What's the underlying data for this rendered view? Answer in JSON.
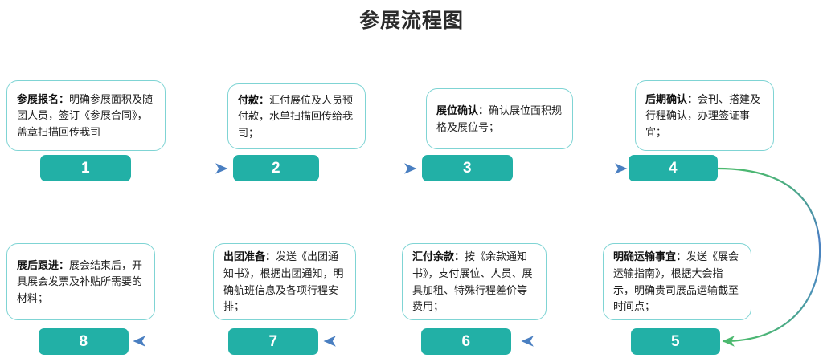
{
  "title": "参展流程图",
  "theme": {
    "badge_color": "#22b0a6",
    "card_border_color": "#7fd4d4",
    "arrow_green": "#4cb96f",
    "arrow_blue": "#4a7fc1",
    "background": "#ffffff",
    "title_color": "#2b2b2b"
  },
  "steps": [
    {
      "number": "1",
      "lead": "参展报名：",
      "body": "明确参展面积及随团人员，签订《参展合同》，盖章扫描回传我司",
      "row": "top"
    },
    {
      "number": "2",
      "lead": "付款：",
      "body": "汇付展位及人员预付款，水单扫描回传给我司；",
      "row": "top"
    },
    {
      "number": "3",
      "lead": "展位确认：",
      "body": "确认展位面积规格及展位号；",
      "row": "top"
    },
    {
      "number": "4",
      "lead": "后期确认：",
      "body": "会刊、搭建及行程确认，办理签证事宜；",
      "row": "top"
    },
    {
      "number": "5",
      "lead": "明确运输事宜：",
      "body": "发送《展会运输指南》，根据大会指示，明确贵司展品运输截至时间点；",
      "row": "bottom"
    },
    {
      "number": "6",
      "lead": "汇付余款：",
      "body": "按《余款通知书》，支付展位、人员、展具加租、特殊行程差价等费用；",
      "row": "bottom"
    },
    {
      "number": "7",
      "lead": "出团准备：",
      "body": "发送《出团通知书》，根据出团通知，明确航班信息及各项行程安排；",
      "row": "bottom"
    },
    {
      "number": "8",
      "lead": "展后跟进：",
      "body": "展会结束后，开具展会发票及补贴所需要的材料；",
      "row": "bottom"
    }
  ],
  "connectors": [
    {
      "from": "1",
      "to": "2",
      "direction": "right"
    },
    {
      "from": "2",
      "to": "3",
      "direction": "right"
    },
    {
      "from": "3",
      "to": "4",
      "direction": "right"
    },
    {
      "from": "4",
      "to": "5",
      "direction": "curve-down"
    },
    {
      "from": "5",
      "to": "6",
      "direction": "left"
    },
    {
      "from": "6",
      "to": "7",
      "direction": "left"
    },
    {
      "from": "7",
      "to": "8",
      "direction": "left"
    }
  ]
}
